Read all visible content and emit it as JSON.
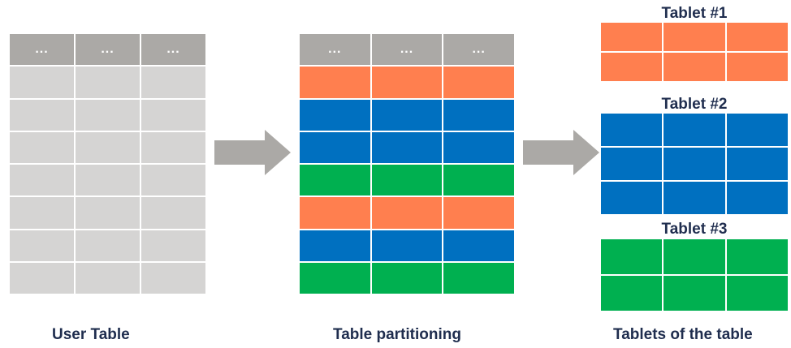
{
  "colors": {
    "header": "#aba9a6",
    "gray_row": "#d5d4d3",
    "orange": "#ff7f4f",
    "blue": "#0070c0",
    "green": "#00b050",
    "arrow": "#aba9a6",
    "text": "#1f2d4e"
  },
  "header_labels": [
    "...",
    "...",
    "..."
  ],
  "user_table": {
    "caption": "User Table",
    "rows": [
      "gray",
      "gray",
      "gray",
      "gray",
      "gray",
      "gray",
      "gray"
    ]
  },
  "partitioning": {
    "caption": "Table partitioning",
    "rows": [
      "orange",
      "blue",
      "blue",
      "green",
      "orange",
      "blue",
      "green"
    ]
  },
  "tablets": {
    "caption": "Tablets of the table",
    "items": [
      {
        "title": "Tablet #1",
        "rows": [
          "orange",
          "orange"
        ]
      },
      {
        "title": "Tablet #2",
        "rows": [
          "blue",
          "blue",
          "blue"
        ]
      },
      {
        "title": "Tablet #3",
        "rows": [
          "green",
          "green"
        ]
      }
    ]
  },
  "arrows": [
    "right-arrow",
    "right-arrow"
  ]
}
